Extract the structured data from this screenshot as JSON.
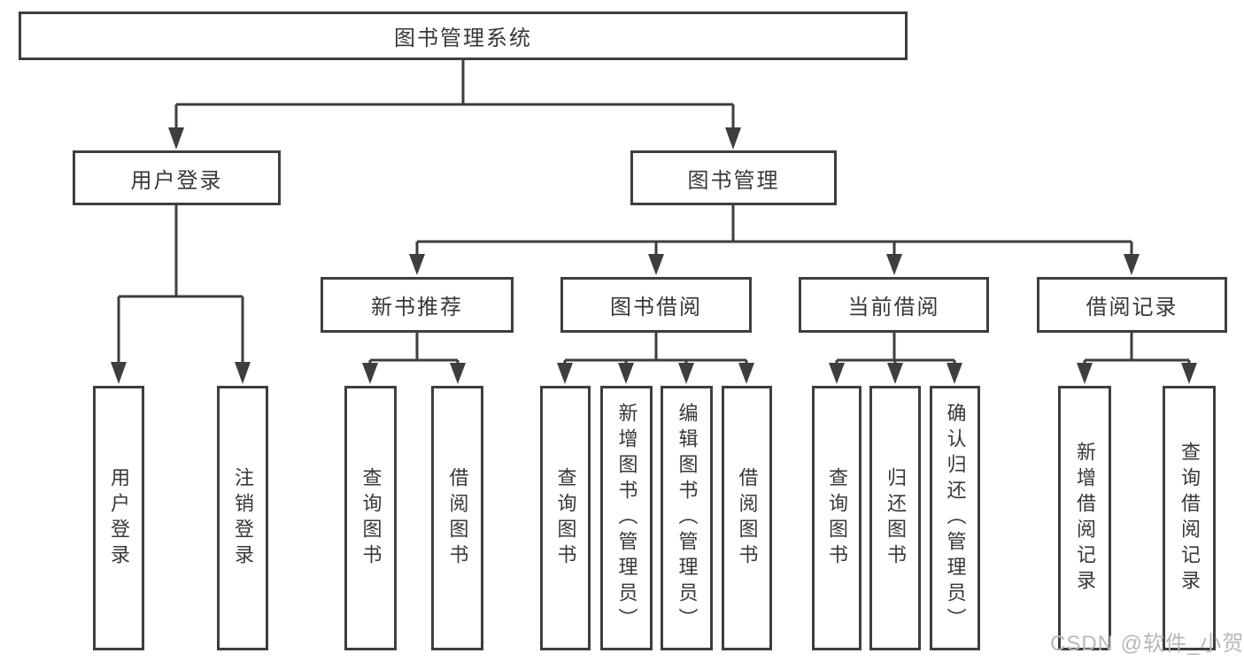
{
  "diagram": {
    "root": {
      "label": "图书管理系统"
    },
    "branches": [
      {
        "label": "用户登录",
        "children": [
          {
            "label": "用户登录"
          },
          {
            "label": "注销登录"
          }
        ]
      },
      {
        "label": "图书管理",
        "children": [
          {
            "label": "新书推荐",
            "children": [
              {
                "label": "查询图书"
              },
              {
                "label": "借阅图书"
              }
            ]
          },
          {
            "label": "图书借阅",
            "children": [
              {
                "label": "查询图书"
              },
              {
                "label": "新增图书（管理员）"
              },
              {
                "label": "编辑图书（管理员）"
              },
              {
                "label": "借阅图书"
              }
            ]
          },
          {
            "label": "当前借阅",
            "children": [
              {
                "label": "查询图书"
              },
              {
                "label": "归还图书"
              },
              {
                "label": "确认归还（管理员）"
              }
            ]
          },
          {
            "label": "借阅记录",
            "children": [
              {
                "label": "新增借阅记录"
              },
              {
                "label": "查询借阅记录"
              }
            ]
          }
        ]
      }
    ]
  },
  "watermark": "CSDN @软件_小贺同学",
  "colors": {
    "line": "#3e3e3e",
    "text": "#383838",
    "watermark": "#b8b8b8",
    "background": "#ffffff"
  }
}
